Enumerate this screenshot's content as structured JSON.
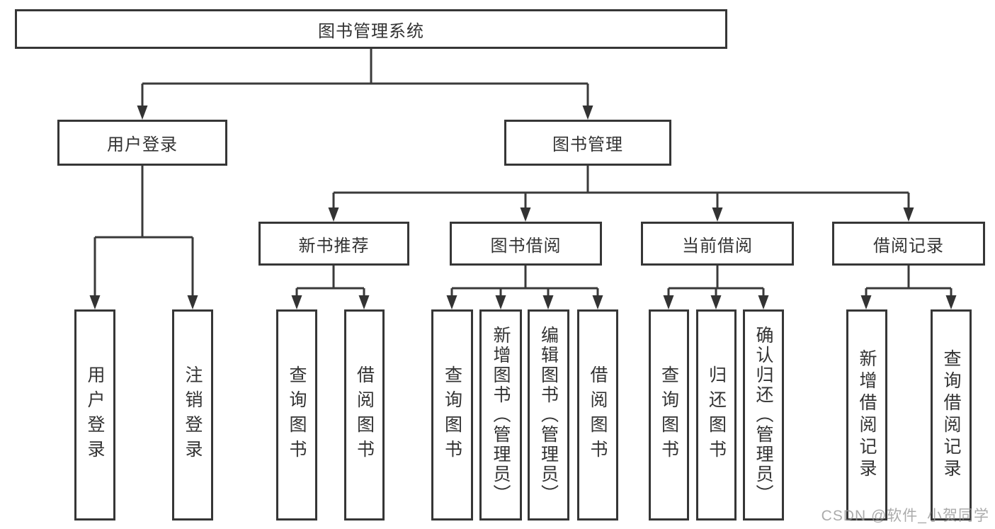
{
  "diagram": {
    "root": {
      "label": "图书管理系统"
    },
    "branches": [
      {
        "label": "用户登录",
        "children": [
          {
            "label": "用户登录"
          },
          {
            "label": "注销登录"
          }
        ]
      },
      {
        "label": "图书管理",
        "children": [
          {
            "label": "新书推荐",
            "children": [
              {
                "label": "查询图书"
              },
              {
                "label": "借阅图书"
              }
            ]
          },
          {
            "label": "图书借阅",
            "children": [
              {
                "label": "查询图书"
              },
              {
                "label": "新增图书（管理员）"
              },
              {
                "label": "编辑图书（管理员）"
              },
              {
                "label": "借阅图书"
              }
            ]
          },
          {
            "label": "当前借阅",
            "children": [
              {
                "label": "查询图书"
              },
              {
                "label": "归还图书"
              },
              {
                "label": "确认归还（管理员）"
              }
            ]
          },
          {
            "label": "借阅记录",
            "children": [
              {
                "label": "新增借阅记录"
              },
              {
                "label": "查询借阅记录"
              }
            ]
          }
        ]
      }
    ]
  },
  "watermark": "CSDN @软件_小贺同学",
  "colors": {
    "line": "#3a3a3a",
    "box_border": "#363636",
    "text": "#333333",
    "background": "#ffffff",
    "watermark": "#949494"
  }
}
